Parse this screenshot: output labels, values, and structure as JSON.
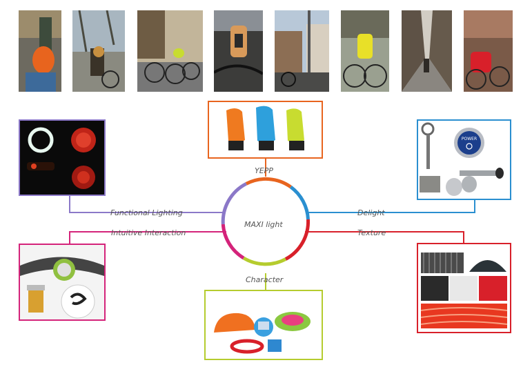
{
  "center": {
    "label": "MAXI light"
  },
  "branches": {
    "yepp": {
      "label": "YEPP",
      "color": "#e8641e"
    },
    "delight": {
      "label": "Delight",
      "color": "#2a8fd0"
    },
    "texture": {
      "label": "Texture",
      "color": "#d8202a"
    },
    "character": {
      "label": "Character",
      "color": "#b5cc2e"
    },
    "intuitive": {
      "label": "Intuitive Interaction",
      "color": "#d4237a"
    },
    "functional": {
      "label": "Functional Lighting",
      "color": "#8b78c8"
    }
  },
  "images": {
    "photo_strip": [
      "orange-seat-photo",
      "man-with-bike-photo",
      "parked-bikes-photo",
      "seat-on-bike-photo",
      "canal-houses-photo",
      "yellow-seat-photo",
      "cyclist-street-photo",
      "red-seat-bikes-photo"
    ],
    "yepp_box": "three-child-seats-image",
    "functional_box": "lights-image",
    "delight_box": "power-button-horn-image",
    "intuitive_box": "helmet-knob-image",
    "character_box": "helmet-timer-bowls-image",
    "texture_box": "texture-samples-image"
  }
}
